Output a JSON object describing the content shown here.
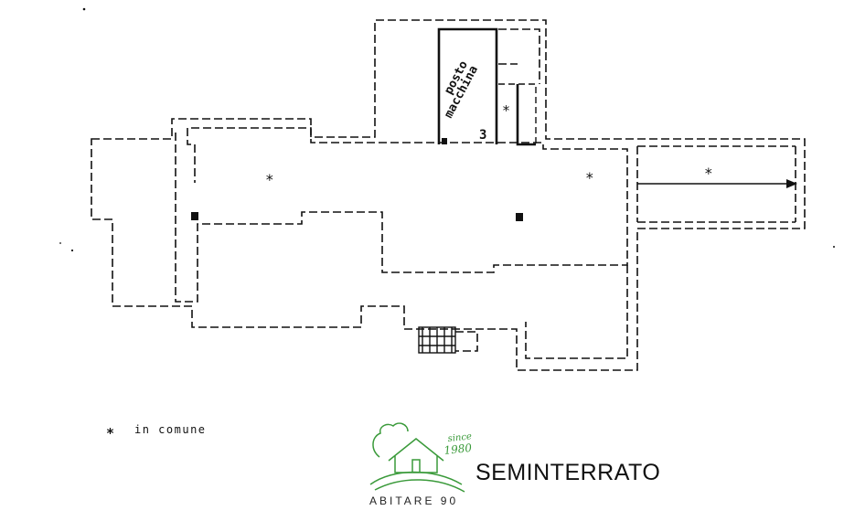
{
  "plan": {
    "room_label_line1": "posto",
    "room_label_line2": "macchina",
    "parking_number": "3",
    "common_marker": "*"
  },
  "legend": {
    "symbol": "*",
    "label": "in comune"
  },
  "logo": {
    "brand": "ABITARE 90",
    "since": "since",
    "year": "1980",
    "color": "#3a9a3a"
  },
  "floor_title": "SEMINTERRATO"
}
